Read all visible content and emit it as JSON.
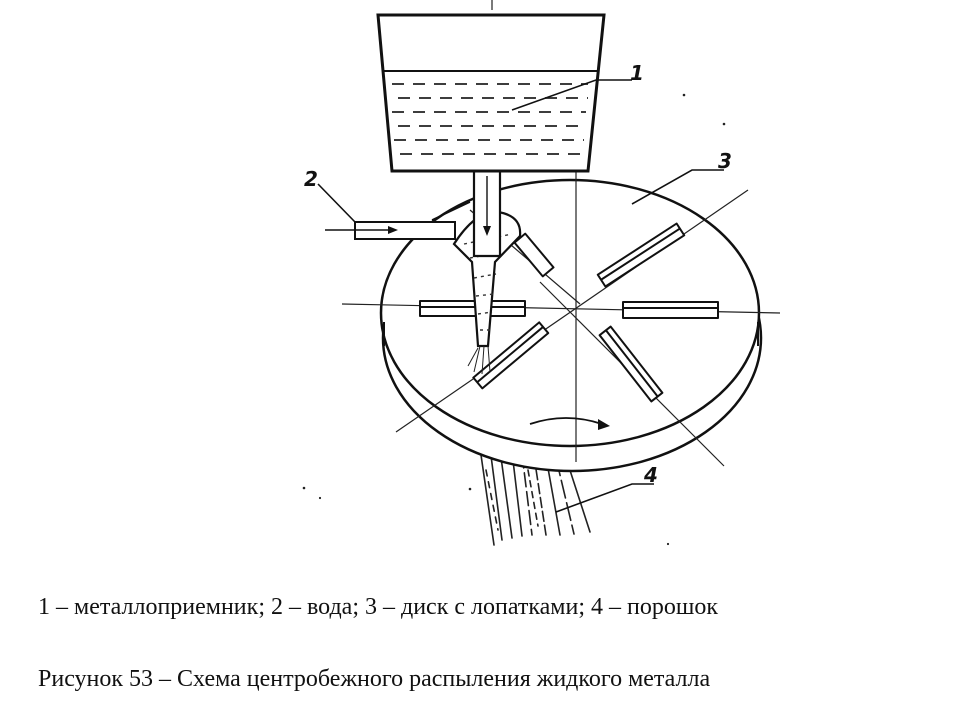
{
  "callouts": {
    "receiver": "1",
    "water": "2",
    "disc": "3",
    "powder": "4"
  },
  "legend": "1 – металлоприемник;  2 – вода; 3 – диск с лопатками; 4 – порошок",
  "caption": "Рисунок 53 – Схема центробежного распыления жидкого металла"
}
